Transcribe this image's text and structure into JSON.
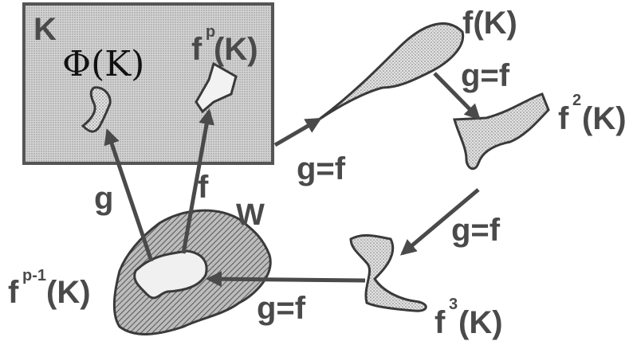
{
  "labels": {
    "K": "K",
    "phi_K": "Φ(K)",
    "fp_K_base": "f",
    "fp_K_sup": "p",
    "fp_K_rest": "(K)",
    "f_K": "f(K)",
    "f2_K_base": "f",
    "f2_K_sup": "2",
    "f2_K_rest": "(K)",
    "f3_K_base": "f",
    "f3_K_sup": "3",
    "f3_K_rest": "(K)",
    "fp1_K_base": "f",
    "fp1_K_sup": "p-1",
    "fp1_K_rest": "(K)",
    "W": "W",
    "arrow_g_f_1": "g=f",
    "arrow_g_f_2": "g=f",
    "arrow_g_f_3": "g=f",
    "arrow_g_f_4": "g=f",
    "arrow_g": "g",
    "arrow_f": "f"
  },
  "colors": {
    "stroke": "#4a4a4a",
    "box_fill": "#cfcfcf",
    "blob_fill": "#dedede",
    "w_fill": "#a8a8a8"
  }
}
